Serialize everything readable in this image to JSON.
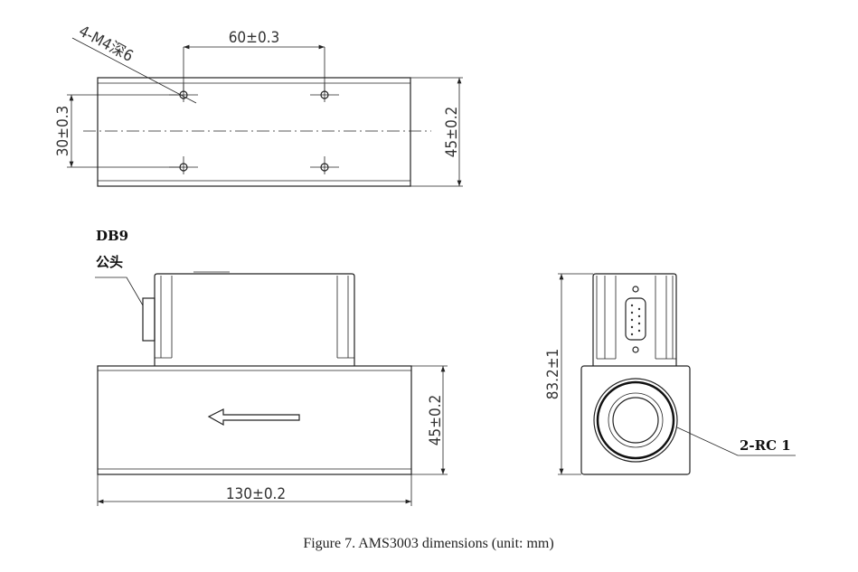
{
  "figure": {
    "caption": "Figure 7. AMS3003 dimensions (unit: mm)",
    "top_view": {
      "hole_label": "4-M4深6",
      "hole_spacing": "60±0.3",
      "hole_row_spacing": "30±0.3",
      "width": "45±0.2"
    },
    "front_view": {
      "connector_label": "DB9",
      "connector_sublabel": "公头",
      "height": "45±0.2",
      "length": "130±0.2"
    },
    "side_view": {
      "total_height": "83.2±1",
      "port_label": "2-RC 1"
    }
  }
}
